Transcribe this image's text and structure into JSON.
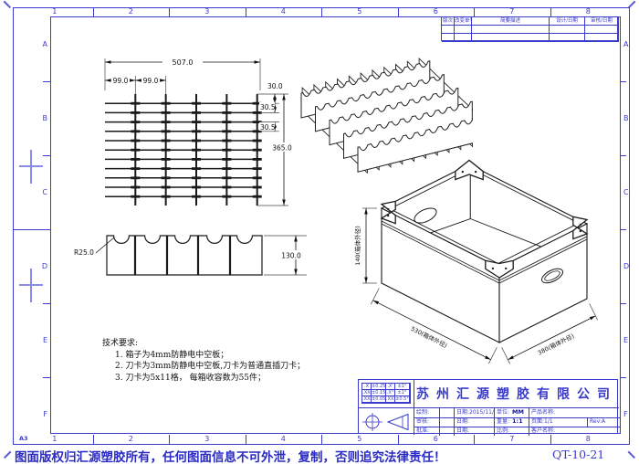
{
  "sheet": {
    "format": "A3",
    "doc_number": "QT-10-21",
    "copyright": "图面版权归汇源塑胶所有，任何图面信息不可外泄，复制，否则追究法律责任！"
  },
  "frame": {
    "zone_cols": [
      "1",
      "2",
      "3",
      "4",
      "5",
      "6",
      "7",
      "8"
    ],
    "zone_rows": [
      "A",
      "B",
      "C",
      "D",
      "E",
      "F"
    ]
  },
  "revision_table": {
    "headers": [
      "版次",
      "改变单号",
      "简要描述",
      "设计/日期",
      "审核/日期"
    ],
    "empty_rows": 2
  },
  "tech_requirements": {
    "title": "技术要求:",
    "items": [
      "1. 箱子为4mm防静电中空板；",
      "2. 刀卡为3mm防静电中空板,刀卡为普通直插刀卡；",
      "3. 刀卡为5x11格， 每箱收容数为55件；"
    ]
  },
  "title_block": {
    "company": "苏州汇源塑胶有限公司",
    "tolerance_table": [
      [
        ".X",
        "±0.25",
        ".X'",
        "±1°"
      ],
      [
        ".XX",
        "±0.15",
        ".X°",
        "±1°"
      ],
      [
        ".XXX",
        "±0.05",
        ".XX°",
        "±0.5°"
      ]
    ],
    "rows": [
      {
        "label": "绘制:",
        "date": "日期:2015/11/03",
        "mid_label": "单位:",
        "mid_value": "MM",
        "right_label": "产品名称:",
        "rev": ""
      },
      {
        "label": "审核:",
        "date": "日期:",
        "mid_label": "重量:",
        "mid_value": "1:1",
        "right_label": "页面:1/1",
        "rev": "Rev:A"
      },
      {
        "label": "批准:",
        "date": "日期:",
        "mid_label": "比例:",
        "mid_value": "",
        "right_label": "客户名称:",
        "rev": ""
      }
    ]
  },
  "views": {
    "grid_plan": {
      "rows": 11,
      "cols": 5,
      "dims": {
        "total_width": "507.0",
        "pitch_a": "99.0",
        "pitch_b": "99.0",
        "top_offset": "30.0",
        "gap_a": "30.5",
        "gap_b": "30.5",
        "total_height": "365.0"
      }
    },
    "divider_strip": {
      "notches": 5,
      "dims": {
        "notch_radius": "R25.0",
        "height": "130.0"
      }
    },
    "crate_3d": {
      "long_dividers": 11,
      "short_dividers": 5
    },
    "box_3d": {
      "dims": {
        "height": "140(箱体外径)",
        "length": "530(箱体外径)",
        "width": "380(箱体外径)"
      }
    }
  }
}
